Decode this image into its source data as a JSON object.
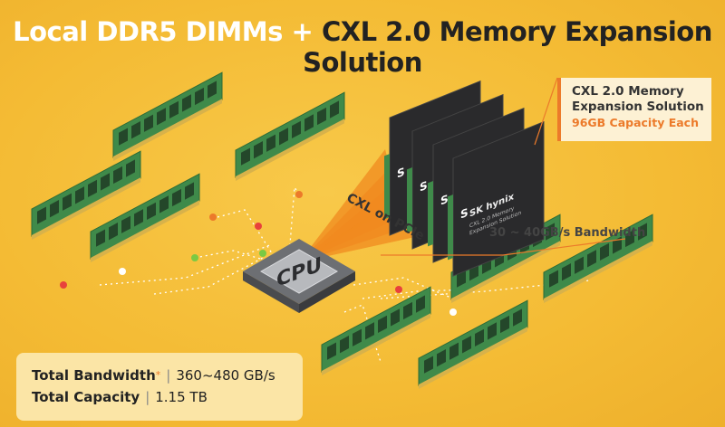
{
  "title": {
    "part1": "Local DDR5 DIMMs",
    "plus": "+",
    "part2": "CXL 2.0 Memory Expansion Solution"
  },
  "callout": {
    "line1": "CXL 2.0 Memory",
    "line2": "Expansion Solution",
    "capacity": "96GB Capacity Each"
  },
  "labels": {
    "link": "CXL on PCIe",
    "bandwidth": "30 ~ 40GB/s Bandwidth",
    "cpu": "CPU"
  },
  "card": {
    "brand": "SK hynix",
    "badge": "S",
    "model": "CXL 2.0 Memory",
    "desc": "Expansion Solution"
  },
  "summary": {
    "bandwidth_label": "Total Bandwidth",
    "asterisk": "*",
    "bandwidth_value": "360~480 GB/s",
    "capacity_label": "Total Capacity",
    "capacity_value": "1.15 TB",
    "separator": "|"
  },
  "colors": {
    "accent": "#ec7a2a",
    "dimm": "#3f8a4a",
    "background": "#f4bb34"
  }
}
